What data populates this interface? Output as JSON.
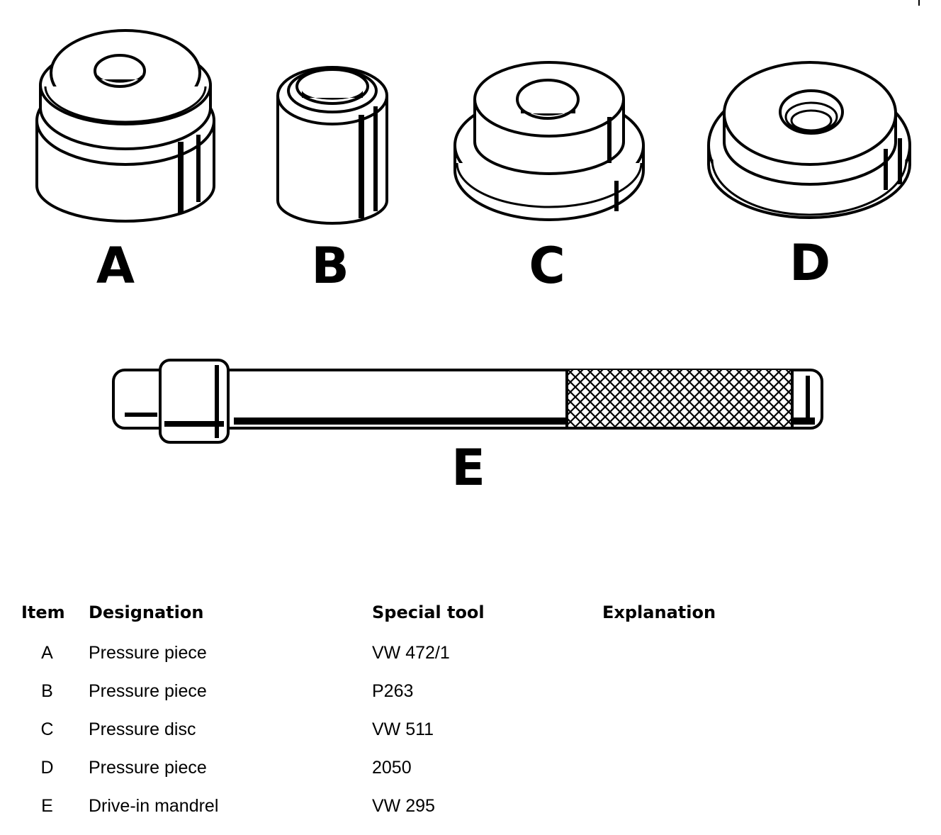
{
  "figure": {
    "labels": {
      "a": "A",
      "b": "B",
      "c": "C",
      "d": "D",
      "e": "E"
    }
  },
  "table": {
    "headers": {
      "item": "Item",
      "designation": "Designation",
      "special_tool": "Special tool",
      "explanation": "Explanation"
    },
    "rows": [
      {
        "item": "A",
        "designation": "Pressure piece",
        "special_tool": "VW 472/1",
        "explanation": ""
      },
      {
        "item": "B",
        "designation": "Pressure piece",
        "special_tool": "P263",
        "explanation": ""
      },
      {
        "item": "C",
        "designation": "Pressure disc",
        "special_tool": "VW 511",
        "explanation": ""
      },
      {
        "item": "D",
        "designation": "Pressure piece",
        "special_tool": "2050",
        "explanation": ""
      },
      {
        "item": "E",
        "designation": "Drive-in mandrel",
        "special_tool": "VW 295",
        "explanation": ""
      }
    ]
  }
}
